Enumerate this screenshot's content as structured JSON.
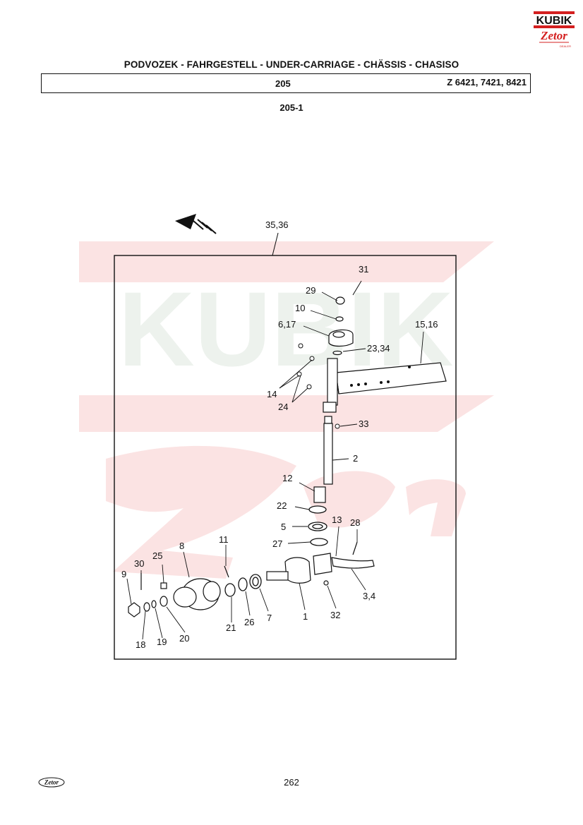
{
  "brand": {
    "logo_text": "KUBIK",
    "logo_sub": "Zetor",
    "logo_dealer": "DEALER",
    "footer_logo": "Zetor"
  },
  "header": {
    "title": "PODVOZEK - FAHRGESTELL - UNDER-CARRIAGE - CHÄSSIS - CHASISO",
    "group": "205",
    "models": "Z 6421, 7421, 8421"
  },
  "figure": {
    "id": "205-1"
  },
  "watermark": {
    "text": "KUBIK"
  },
  "callouts": [
    "35,36",
    "31",
    "29",
    "10",
    "6,17",
    "15,16",
    "23,34",
    "14",
    "24",
    "33",
    "2",
    "12",
    "22",
    "5",
    "27",
    "13",
    "28",
    "11",
    "8",
    "25",
    "30",
    "9",
    "3,4",
    "32",
    "1",
    "7",
    "26",
    "21",
    "20",
    "19",
    "18"
  ],
  "footer": {
    "page": "262"
  },
  "colors": {
    "watermark": "#f6d6d6",
    "watermark_green": "#e9efe9",
    "logo_red": "#d42020",
    "ink": "#111111"
  }
}
